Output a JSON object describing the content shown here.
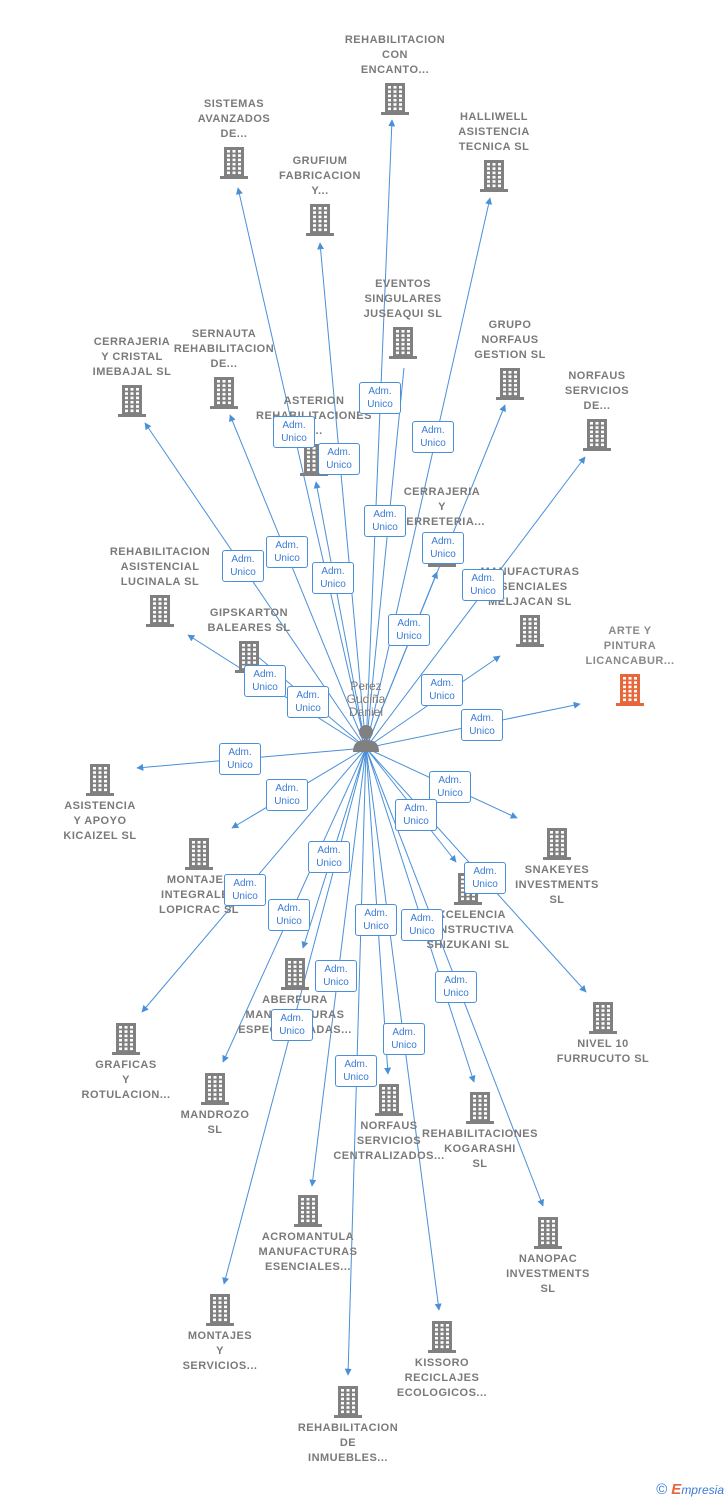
{
  "person": {
    "name": "Perez\nGudiña\nDaniel"
  },
  "role_label": "Adm.\nUnico",
  "footer": {
    "copyright": "©",
    "brand_initial": "E",
    "brand_rest": "mpresia"
  },
  "colors": {
    "edge": "#4a90d9",
    "building": "#808080",
    "building_highlight": "#e8673a"
  },
  "companies": [
    {
      "id": "rehab-con-encanto",
      "name": "REHABILITACION\nCON\nENCANTO..."
    },
    {
      "id": "sistemas-avanzados",
      "name": "SISTEMAS\nAVANZADOS\nDE..."
    },
    {
      "id": "halliwell",
      "name": "HALLIWELL\nASISTENCIA\nTECNICA  SL"
    },
    {
      "id": "grufium",
      "name": "GRUFIUM\nFABRICACION\nY..."
    },
    {
      "id": "eventos-singulares",
      "name": "EVENTOS\nSINGULARES\nJUSEAQUI  SL"
    },
    {
      "id": "grupo-norfaus",
      "name": "GRUPO\nNORFAUS\nGESTION  SL"
    },
    {
      "id": "cerrajeria-cristal",
      "name": "CERRAJERIA\nY CRISTAL\nIMEBAJAL  SL"
    },
    {
      "id": "sernauta",
      "name": "SERNAUTA\nREHABILITACION\nDE..."
    },
    {
      "id": "norfaus-servicios-de",
      "name": "NORFAUS\nSERVICIOS\nDE..."
    },
    {
      "id": "asterion",
      "name": "ASTERION\nREHABILITACIONES\nY..."
    },
    {
      "id": "cerrajeria-ferreteria",
      "name": "CERRAJERIA\nY\nFERRETERIA..."
    },
    {
      "id": "rehab-lucinala",
      "name": "REHABILITACION\nASISTENCIAL\nLUCINALA  SL"
    },
    {
      "id": "manufacturas-meljacan",
      "name": "MANUFACTURAS\nESENCIALES\nMELJACAN  SL"
    },
    {
      "id": "gipskarton",
      "name": "GIPSKARTON\nBALEARES  SL"
    },
    {
      "id": "arte-pintura",
      "name": "ARTE Y\nPINTURA\nLICANCABUR..."
    },
    {
      "id": "asistencia-kicaizel",
      "name": "ASISTENCIA\nY APOYO\nKICAIZEL  SL"
    },
    {
      "id": "snakeyes",
      "name": "SNAKEYES\nINVESTMENTS\nSL"
    },
    {
      "id": "montajes-lopicrac",
      "name": "MONTAJES\nINTEGRALES\nLOPICRAC  SL"
    },
    {
      "id": "excelencia-shizukani",
      "name": "EXCELENCIA\nCONSTRUCTIVA\nSHIZUKANI  SL"
    },
    {
      "id": "aberfura",
      "name": "ABERFURA\nMANUFACTURAS\nESPECIALIZADAS..."
    },
    {
      "id": "nivel-10",
      "name": "NIVEL 10\nFURRUCUTO SL"
    },
    {
      "id": "graficas",
      "name": "GRAFICAS\nY\nROTULACION..."
    },
    {
      "id": "mandrozo",
      "name": "MANDROZO\nSL"
    },
    {
      "id": "norfaus-centralizados",
      "name": "NORFAUS\nSERVICIOS\nCENTRALIZADOS..."
    },
    {
      "id": "rehab-kogarashi",
      "name": "REHABILITACIONES\nKOGARASHI\nSL"
    },
    {
      "id": "acromantula",
      "name": "ACROMANTULA\nMANUFACTURAS\nESENCIALES..."
    },
    {
      "id": "nanopac",
      "name": "NANOPAC\nINVESTMENTS\nSL"
    },
    {
      "id": "montajes-servicios",
      "name": "MONTAJES\nY\nSERVICIOS..."
    },
    {
      "id": "kissoro",
      "name": "KISSORO\nRECICLAJES\nECOLOGICOS..."
    },
    {
      "id": "rehab-inmuebles",
      "name": "REHABILITACION\nDE\nINMUEBLES..."
    }
  ]
}
